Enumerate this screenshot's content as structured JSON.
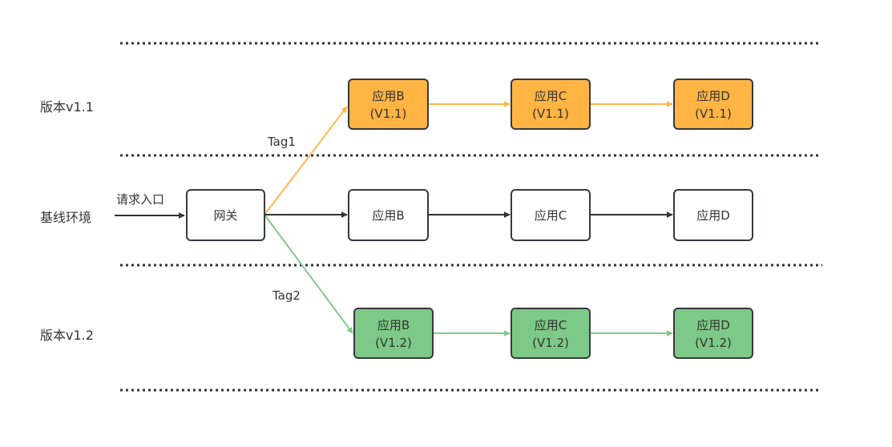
{
  "colors": {
    "orange_fill": "#FFB444",
    "green_fill": "#7DC987",
    "white_fill": "#FFFFFF",
    "border": "#36393D",
    "orange_line": "#FFB74D",
    "green_line": "#82C98A",
    "baseline_line": "#333333",
    "separator": "#333333"
  },
  "rows": {
    "v11": "版本v1.1",
    "baseline": "基线环境",
    "v12": "版本v1.2"
  },
  "entry_label": "请求入口",
  "edge_labels": {
    "tag1": "Tag1",
    "tag2": "Tag2"
  },
  "nodes": {
    "gateway": {
      "line1": "网关"
    },
    "v11_b": {
      "line1": "应用B",
      "line2": "(V1.1)"
    },
    "v11_c": {
      "line1": "应用C",
      "line2": "(V1.1)"
    },
    "v11_d": {
      "line1": "应用D",
      "line2": "(V1.1)"
    },
    "base_b": {
      "line1": "应用B"
    },
    "base_c": {
      "line1": "应用C"
    },
    "base_d": {
      "line1": "应用D"
    },
    "v12_b": {
      "line1": "应用B",
      "line2": "(V1.2)"
    },
    "v12_c": {
      "line1": "应用C",
      "line2": "(V1.2)"
    },
    "v12_d": {
      "line1": "应用D",
      "line2": "(V1.2)"
    }
  }
}
